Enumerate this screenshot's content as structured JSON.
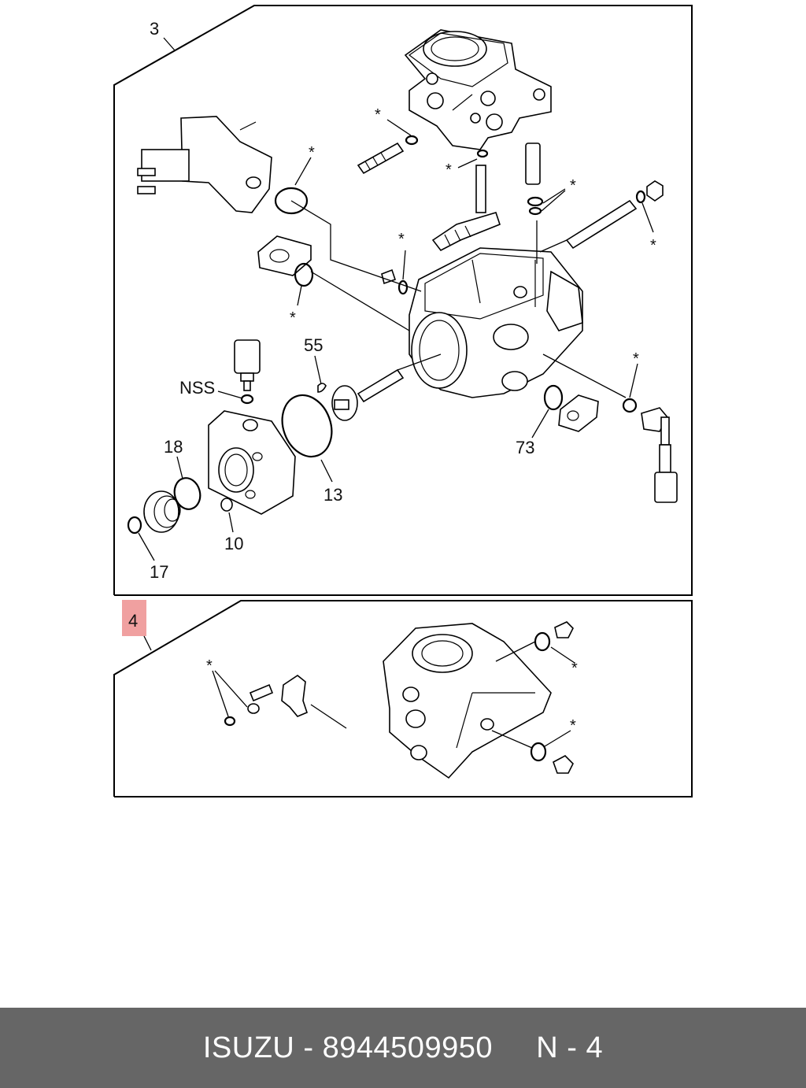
{
  "diagram": {
    "callouts": {
      "assembly_3": "3",
      "assembly_4": "4",
      "p55": "55",
      "nss": "NSS",
      "p18": "18",
      "p13": "13",
      "p73": "73",
      "p10": "10",
      "p17": "17"
    },
    "asterisk": "*",
    "highlight_color": "#f0a0a0"
  },
  "footer": {
    "brand": "ISUZU",
    "separator": " - ",
    "part_number": "8944509950",
    "gap": "     ",
    "page_ref": "N - 4"
  }
}
